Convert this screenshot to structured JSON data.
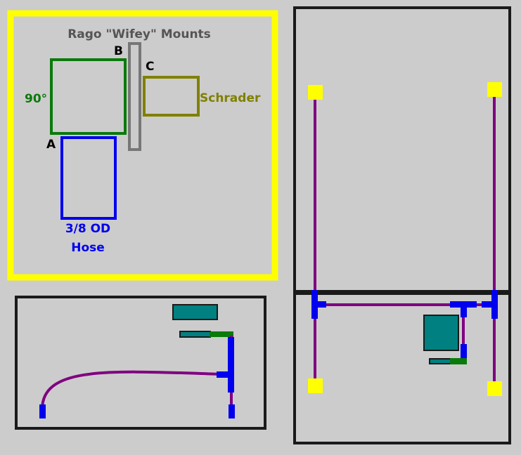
{
  "legend": {
    "title": "Rago \"Wifey\" Mounts",
    "label_a": "A",
    "label_b": "B",
    "label_c": "C",
    "label_90": "90°",
    "label_schrader": "Schrader",
    "label_hose_line1": "3/8 OD",
    "label_hose_line2": "Hose"
  },
  "colors": {
    "background": "#cccccc",
    "frame": "#1a1a1a",
    "legend_border": "#ffff00",
    "fitting_90": "#0a7a0a",
    "hose_fitting": "#0000ee",
    "mount_bar": "#777777",
    "schrader": "#808000",
    "title_text": "#555555",
    "air_line": "#800080",
    "tee_fitting": "#0000ee",
    "tank": "#008080",
    "airbag": "#ffff00"
  }
}
